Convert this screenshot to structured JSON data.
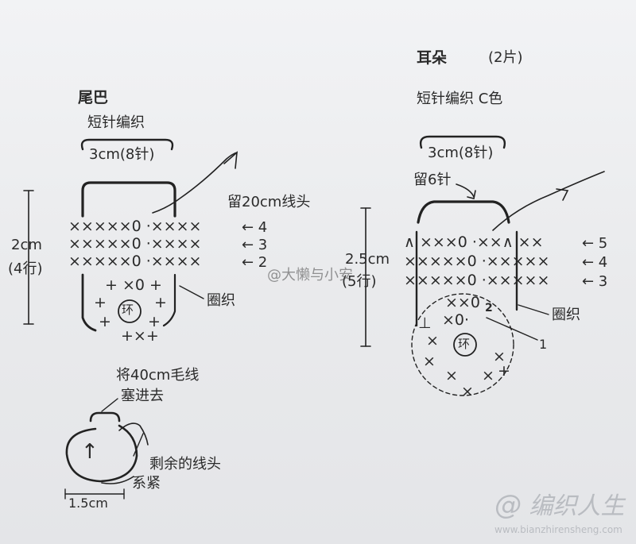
{
  "tail": {
    "title": "尾巴",
    "subtitle": "短针编织",
    "width": "3cm(8针)",
    "leave_thread": "留20cm线头",
    "height": "2cm",
    "rows": "(4行)",
    "row_markers": [
      "← 4",
      "← 3",
      "← 2"
    ],
    "ring_label": "圈织",
    "ring_center": "环",
    "stuff_note_line1": "将40cm毛线",
    "stuff_note_line2": "塞进去",
    "tie_note_line1": "剩余的线头",
    "tie_note_line2": "系紧",
    "bottom_width": "1.5cm"
  },
  "ear": {
    "title": "耳朵",
    "count": "(2片)",
    "subtitle": "短针编织 C色",
    "width": "3cm(8针)",
    "leave_stitches": "留6针",
    "height": "2.5cm",
    "rows": "(5行)",
    "row_markers": [
      "← 5",
      "← 4",
      "← 3"
    ],
    "ring_label": "圈织",
    "ring_center": "环",
    "inner_numbers": [
      "2",
      "1"
    ]
  },
  "watermark": {
    "handle": "@大懒与小安",
    "brand": "编织人生",
    "url": "www.bianzhirensheng.com"
  }
}
